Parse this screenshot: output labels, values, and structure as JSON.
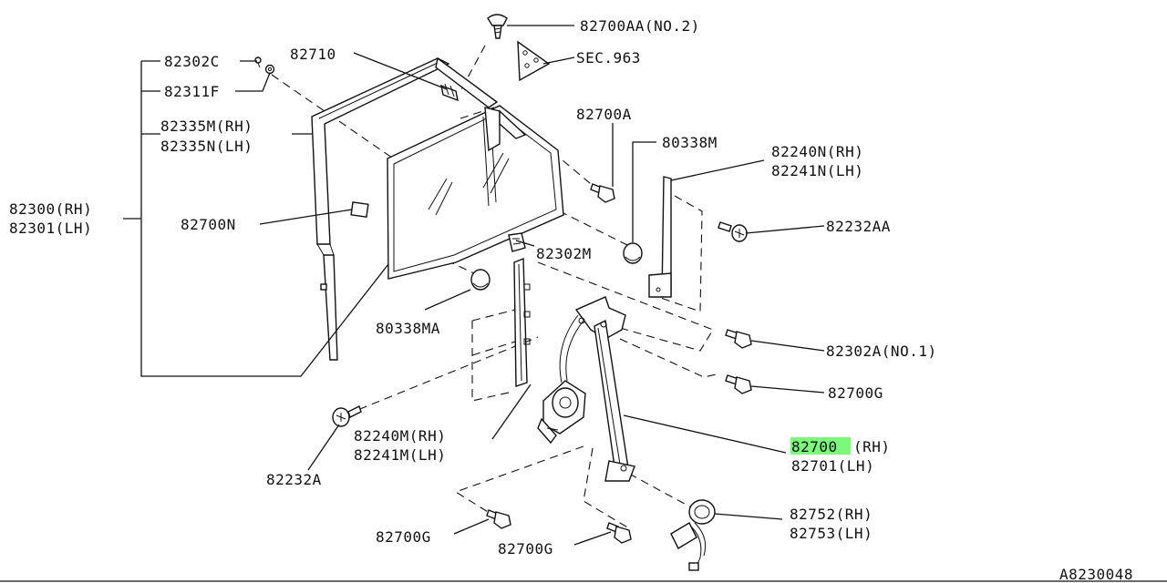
{
  "diagram": {
    "code": "A8230048",
    "highlight_color": "#7cf87c",
    "labels": {
      "p82700AA": "82700AA(NO.2)",
      "sec963": "SEC.963",
      "p82302C": "82302C",
      "p82710": "82710",
      "p82311F": "82311F",
      "p82335M": "82335M(RH)",
      "p82335N": "82335N(LH)",
      "p82700A": "82700A",
      "p80338M": "80338M",
      "p82240N": "82240N(RH)",
      "p82241N": "82241N(LH)",
      "p82300": "82300(RH)",
      "p82301": "82301(LH)",
      "p82700N": "82700N",
      "p82232AA": "82232AA",
      "p82302M": "82302M",
      "p80338MA": "80338MA",
      "p82302A": "82302A(NO.1)",
      "p82700G_right": "82700G",
      "p82240M": "82240M(RH)",
      "p82241M": "82241M(LH)",
      "p82700_num": "82700",
      "p82700_rh": "(RH)",
      "p82701": "82701(LH)",
      "p82232A": "82232A",
      "p82752": "82752(RH)",
      "p82753": "82753(LH)",
      "p82700G_left": "82700G",
      "p82700G_mid": "82700G"
    }
  }
}
